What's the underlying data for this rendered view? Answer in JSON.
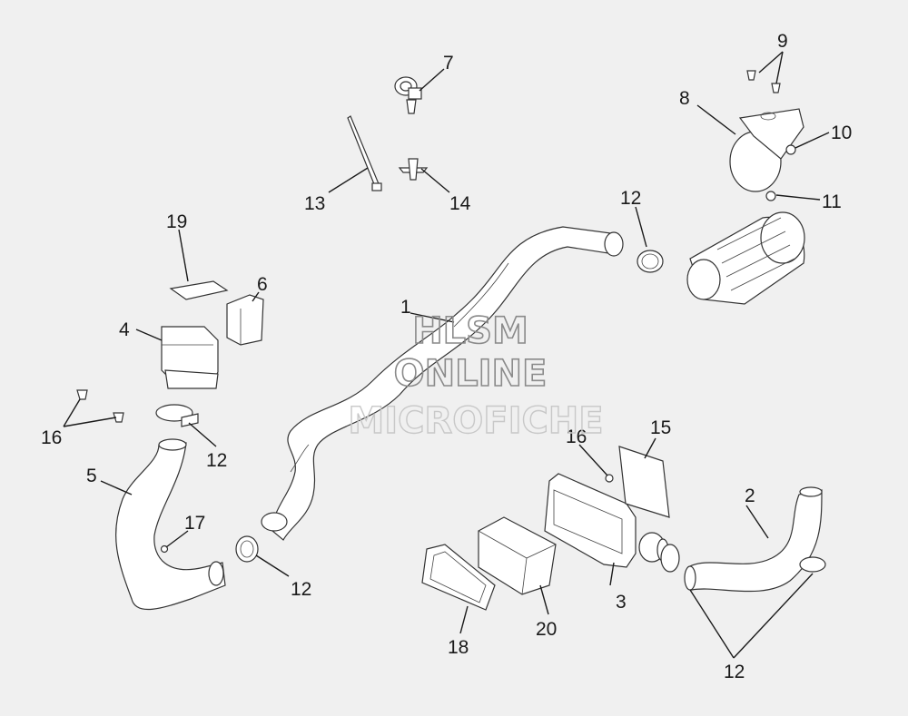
{
  "watermark": {
    "line1": "HLSM",
    "line2": "ONLINE",
    "line3": "MICROFICHE"
  },
  "callouts": [
    {
      "id": "c1",
      "text": "1"
    },
    {
      "id": "c2",
      "text": "2"
    },
    {
      "id": "c3",
      "text": "3"
    },
    {
      "id": "c4",
      "text": "4"
    },
    {
      "id": "c5",
      "text": "5"
    },
    {
      "id": "c6",
      "text": "6"
    },
    {
      "id": "c7",
      "text": "7"
    },
    {
      "id": "c8",
      "text": "8"
    },
    {
      "id": "c9",
      "text": "9"
    },
    {
      "id": "c10",
      "text": "10"
    },
    {
      "id": "c11",
      "text": "11"
    },
    {
      "id": "c12a",
      "text": "12"
    },
    {
      "id": "c12b",
      "text": "12"
    },
    {
      "id": "c12c",
      "text": "12"
    },
    {
      "id": "c12d",
      "text": "12"
    },
    {
      "id": "c13",
      "text": "13"
    },
    {
      "id": "c14",
      "text": "14"
    },
    {
      "id": "c15",
      "text": "15"
    },
    {
      "id": "c16a",
      "text": "16"
    },
    {
      "id": "c16b",
      "text": "16"
    },
    {
      "id": "c17",
      "text": "17"
    },
    {
      "id": "c18",
      "text": "18"
    },
    {
      "id": "c19",
      "text": "19"
    },
    {
      "id": "c20",
      "text": "20"
    }
  ]
}
